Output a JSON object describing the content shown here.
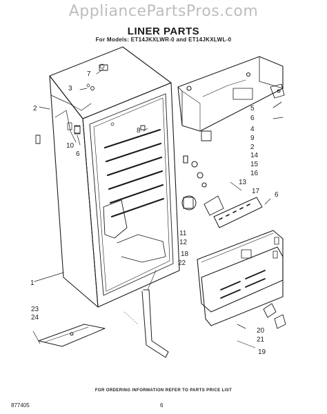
{
  "watermark": "AppliancePartsPros.com",
  "title": "LINER PARTS",
  "subtitle": "For Models: ET14JKXLWR-0 and ET14JKXLWL-0",
  "callouts": [
    "7",
    "3",
    "2",
    "8",
    "10",
    "6",
    "1",
    "23",
    "24",
    "5",
    "6",
    "4",
    "9",
    "2",
    "14",
    "15",
    "16",
    "13",
    "17",
    "6",
    "11",
    "12",
    "18",
    "22",
    "20",
    "21",
    "19"
  ],
  "footer_note": "FOR ORDERING INFORMATION REFER TO PARTS PRICE LIST",
  "doc_number": "877405",
  "page_number": "6"
}
